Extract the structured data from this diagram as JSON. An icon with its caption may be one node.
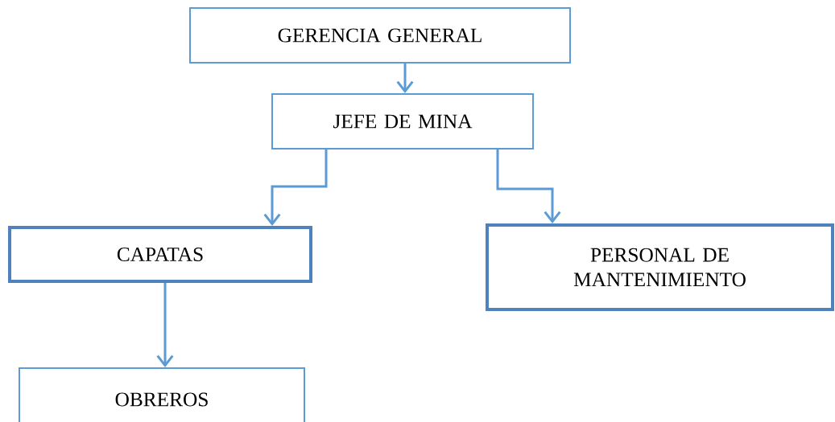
{
  "diagram": {
    "nodes": [
      {
        "text": [
          "GERENCIA GENERAL"
        ]
      },
      {
        "text": [
          "JEFE DE MINA"
        ]
      },
      {
        "text": [
          "CAPATAS"
        ]
      },
      {
        "text": [
          "PERSONAL DE MANTENIMIENTO"
        ]
      },
      {
        "text": [
          "OBREROS"
        ]
      }
    ],
    "edges": [
      {
        "from": 0,
        "to": 1,
        "arrow": "to"
      },
      {
        "from": 1,
        "to": 2,
        "arrow": "to"
      },
      {
        "from": 1,
        "to": 3,
        "arrow": "to"
      },
      {
        "from": 2,
        "to": 4,
        "arrow": "to"
      }
    ]
  }
}
